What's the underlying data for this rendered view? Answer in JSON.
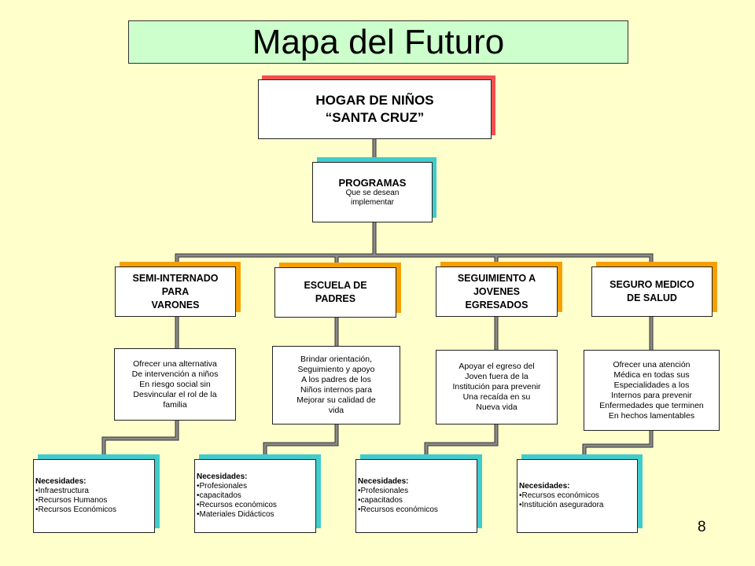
{
  "title": "Mapa del Futuro",
  "root": {
    "line1": "HOGAR DE NIÑOS",
    "line2": "“SANTA CRUZ”"
  },
  "programs": {
    "title": "PROGRAMAS",
    "sub1": "Que se desean",
    "sub2": "implementar"
  },
  "branches": [
    {
      "label_lines": [
        "SEMI-INTERNADO",
        "PARA",
        "VARONES"
      ],
      "description_lines": [
        "Ofrecer una alternativa",
        "De intervención a niños",
        "En riesgo social sin",
        "Desvincular el rol de la",
        "familia"
      ],
      "needs_title": "Necesidades:",
      "needs": [
        "Infraestructura",
        "Recursos Humanos",
        "Recursos Económicos"
      ]
    },
    {
      "label_lines": [
        "ESCUELA DE",
        "PADRES"
      ],
      "description_lines": [
        "Brindar orientación,",
        "Seguimiento y apoyo",
        "A los padres de los",
        "Niños internos para",
        "Mejorar su calidad de",
        "vida"
      ],
      "needs_title": "Necesidades:",
      "needs": [
        "Profesionales",
        "capacitados",
        "Recursos económicos",
        "Materiales Didácticos"
      ]
    },
    {
      "label_lines": [
        "SEGUIMIENTO A",
        "JOVENES",
        "EGRESADOS"
      ],
      "description_lines": [
        "Apoyar el egreso del",
        "Joven fuera de la",
        "Institución para prevenir",
        "Una recaída en su",
        "Nueva vida"
      ],
      "needs_title": "Necesidades:",
      "needs": [
        "Profesionales",
        "capacitados",
        "Recursos económicos"
      ]
    },
    {
      "label_lines": [
        "SEGURO MEDICO",
        "DE SALUD"
      ],
      "description_lines": [
        "Ofrecer una atención",
        "Médica en todas sus",
        "Especialidades a los",
        "Internos para prevenir",
        "Enfermedades que terminen",
        "En hechos lamentables"
      ],
      "needs_title": "Necesidades:",
      "needs": [
        "Recursos económicos",
        "Institución aseguradora"
      ]
    }
  ],
  "page_number": "8",
  "colors": {
    "background": "#ffffcc",
    "title_bg": "#ccffcc",
    "connector": "#7f7f7f",
    "root_shadow": "#f25050",
    "teal_shadow": "#40cccc",
    "orange_shadow": "#f5a000"
  }
}
